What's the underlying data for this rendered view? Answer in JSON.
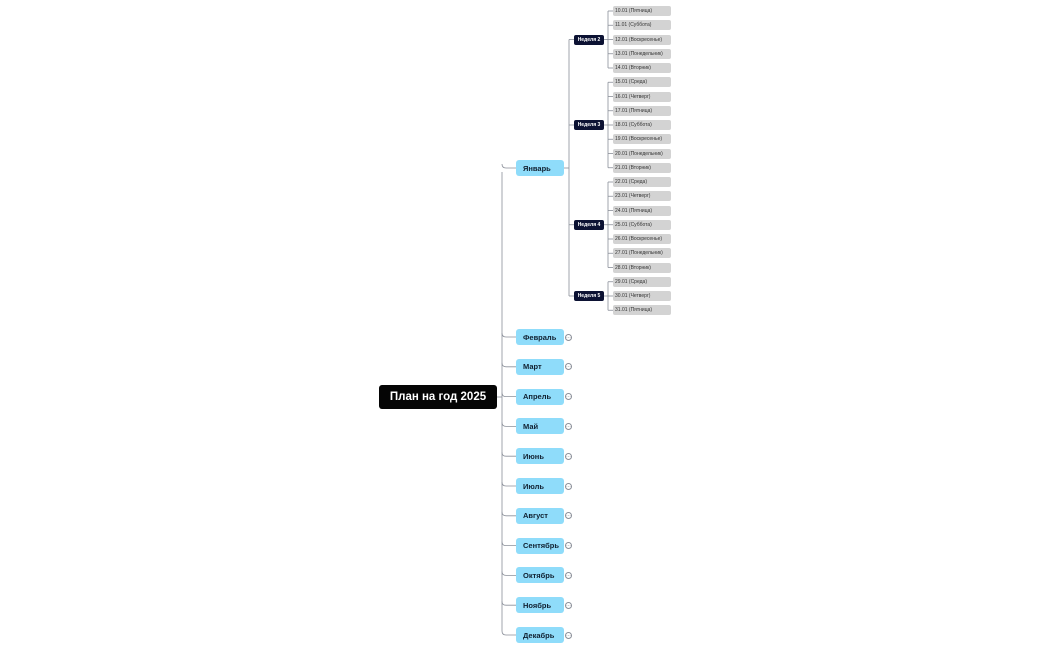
{
  "root": {
    "label": "План на год 2025"
  },
  "colors": {
    "root": "#050505",
    "month": "#8fdcfa",
    "week": "#0c1233",
    "day": "#d3d3d3",
    "line": "#8a8f99"
  },
  "january": {
    "label": "Январь",
    "weeks": [
      {
        "label": "Неделя 2",
        "days": [
          "10.01 (Пятница)",
          "11.01 (Суббота)",
          "12.01 (Воскресенье)",
          "13.01 (Понедельник)",
          "14.01 (Вторник)"
        ]
      },
      {
        "label": "Неделя 3",
        "days": [
          "15.01 (Среда)",
          "16.01 (Четверг)",
          "17.01 (Пятница)",
          "18.01 (Суббота)",
          "19.01 (Воскресенье)",
          "20.01 (Понедельник)",
          "21.01 (Вторник)"
        ]
      },
      {
        "label": "Неделя 4",
        "days": [
          "22.01 (Среда)",
          "23.01 (Четверг)",
          "24.01 (Пятница)",
          "25.01 (Суббота)",
          "26.01 (Воскресенье)",
          "27.01 (Понедельник)",
          "28.01 (Вторник)"
        ]
      },
      {
        "label": "Неделя 5",
        "days": [
          "29.01 (Среда)",
          "30.01 (Четверг)",
          "31.01 (Пятница)"
        ]
      }
    ]
  },
  "collapsed_months": [
    {
      "label": "Февраль",
      "collapse_icon": "circle-ellipsis-icon"
    },
    {
      "label": "Март",
      "collapse_icon": "circle-ellipsis-icon"
    },
    {
      "label": "Апрель",
      "collapse_icon": "circle-ellipsis-icon"
    },
    {
      "label": "Май",
      "collapse_icon": "circle-ellipsis-icon"
    },
    {
      "label": "Июнь",
      "collapse_icon": "circle-ellipsis-icon"
    },
    {
      "label": "Июль",
      "collapse_icon": "circle-ellipsis-icon"
    },
    {
      "label": "Август",
      "collapse_icon": "circle-ellipsis-icon"
    },
    {
      "label": "Сентябрь",
      "collapse_icon": "circle-ellipsis-icon"
    },
    {
      "label": "Октябрь",
      "collapse_icon": "circle-ellipsis-icon"
    },
    {
      "label": "Ноябрь",
      "collapse_icon": "circle-ellipsis-icon"
    },
    {
      "label": "Декабрь",
      "collapse_icon": "circle-ellipsis-icon"
    }
  ]
}
